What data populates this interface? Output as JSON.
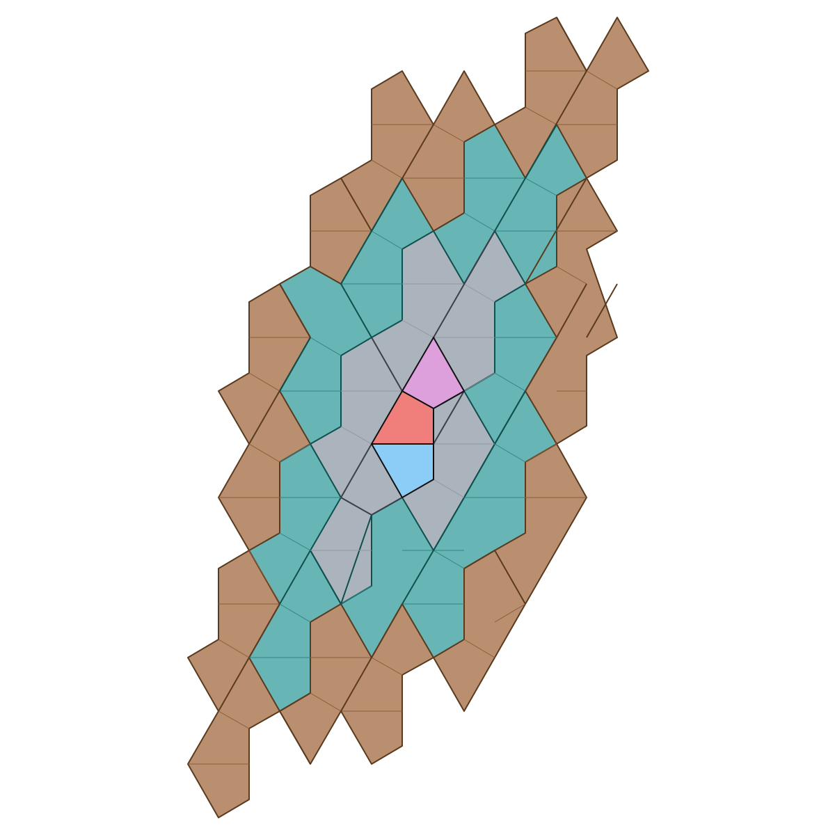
{
  "figure": {
    "description_free": true,
    "background": "#ffffff",
    "layers": [
      {
        "id": "outer",
        "fill": "#b98f70",
        "stroke": "#5a3a1e",
        "seam": "#8a5c3a"
      },
      {
        "id": "middle",
        "fill": "#67b5b4",
        "stroke": "#0f4f4e",
        "seam": "#2f8584"
      },
      {
        "id": "inner",
        "fill": "#abb3bd",
        "stroke": "#3a3f4a",
        "seam": "#8f98a4"
      }
    ],
    "core": [
      {
        "id": "core-top",
        "fill": "#dda0dd",
        "stroke": "#111111"
      },
      {
        "id": "core-middle",
        "fill": "#f07f7b",
        "stroke": "#111111"
      },
      {
        "id": "core-bottom",
        "fill": "#8ccdf7",
        "stroke": "#111111"
      }
    ]
  }
}
